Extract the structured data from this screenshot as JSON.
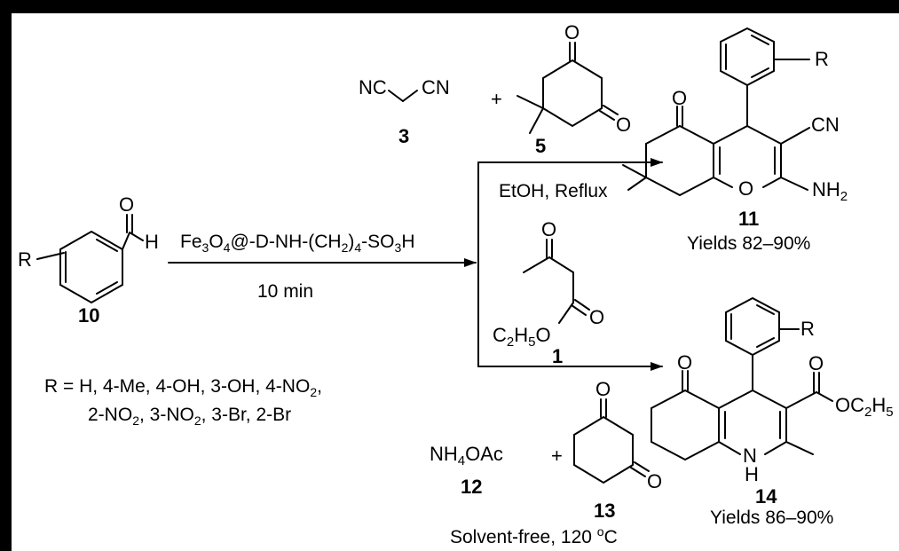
{
  "reactants": {
    "aldehyde": {
      "number": "10",
      "substituent": "R",
      "o_label": "O",
      "h_label": "H"
    },
    "malononitrile": {
      "number": "3",
      "nc_label": "NC",
      "cn_label": "CN"
    },
    "dimedone": {
      "number": "5",
      "o1_label": "O",
      "o2_label": "O"
    },
    "ethyl_acetoacetate": {
      "number": "1",
      "o1_label": "O",
      "o2_label": "O",
      "ester_c": "C",
      "ester_2": "2",
      "ester_h": "H",
      "ester_5": "5"
    },
    "ammonium_acetate": {
      "number": "12",
      "nh": "NH",
      "four": "4",
      "oac": "OAc"
    },
    "cyclohexanedione": {
      "number": "13",
      "o1_label": "O",
      "o2_label": "O"
    }
  },
  "plus_sign": "+",
  "main_arrow": {
    "catalyst": {
      "fe": "Fe",
      "fe_sub": "3",
      "o": "O",
      "o_sub": "4",
      "link": "@-D-NH-(CH",
      "ch_sub": "2",
      "close": ")",
      "n_sub": "4",
      "so": "-SO",
      "so_sub": "3",
      "h": "H"
    },
    "time": "10 min"
  },
  "upper_conditions": "EtOH, Reflux",
  "lower_conditions": {
    "text": "Solvent-free, 120 ",
    "degree": "o",
    "unit": "C"
  },
  "substituents": {
    "line1": {
      "a": "R = H, 4-Me,  4-OH, 3-OH, 4-NO",
      "a_sub": "2",
      "b": ","
    },
    "line2": {
      "a": "2-NO",
      "a_sub": "2",
      "b": ", 3-NO",
      "b_sub": "2",
      "c": ",  3-Br, 2-Br"
    }
  },
  "products": {
    "p11": {
      "number": "11",
      "yield": "Yields 82–90%",
      "r": "R",
      "o": "O",
      "ring_o": "O",
      "cn": "CN",
      "nh": "NH",
      "nh_sub": "2"
    },
    "p14": {
      "number": "14",
      "yield": "Yields 86–90%",
      "r": "R",
      "o": "O",
      "ester_o": "O",
      "ester": "OC",
      "ester_sub": "2",
      "ester_h": "H",
      "ester_sub2": "5",
      "n": "N",
      "h": "H"
    }
  }
}
